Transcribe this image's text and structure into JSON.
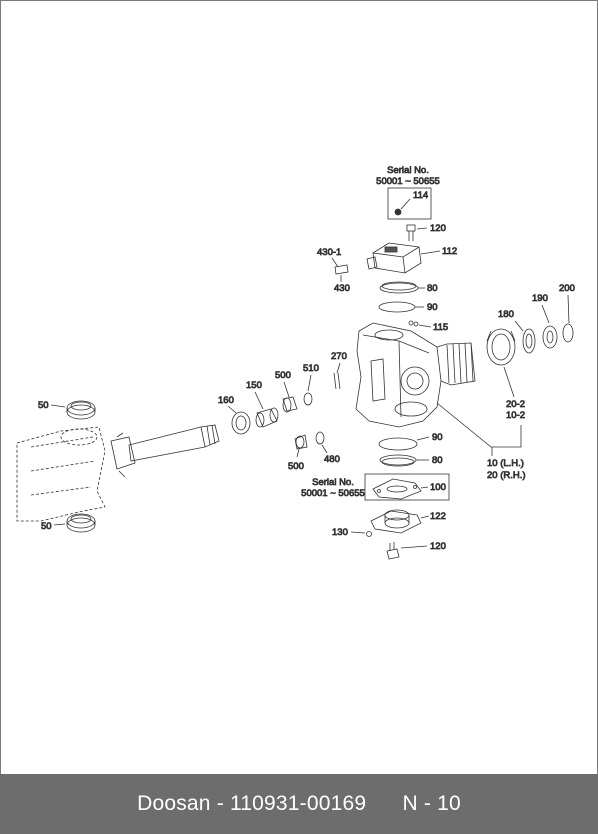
{
  "diagram": {
    "serial_top": {
      "line1": "Serial No.",
      "line2": "50001 ~ 50655"
    },
    "serial_bottom": {
      "line1": "Serial No.",
      "line2": "50001 ~ 50655"
    },
    "labels": {
      "p114": "114",
      "p120a": "120",
      "p430_1": "430-1",
      "p112": "112",
      "p430": "430",
      "p80a": "80",
      "p90a": "90",
      "p115": "115",
      "p200": "200",
      "p190": "190",
      "p180": "180",
      "p270": "270",
      "p500a": "500",
      "p510": "510",
      "p150": "150",
      "p160": "160",
      "p50a": "50",
      "p20_2": "20-2",
      "p10_2": "10-2",
      "p90b": "90",
      "p80b": "80",
      "p10lh": "10 (L.H.)",
      "p20rh": "20 (R.H.)",
      "p500b": "500",
      "p480": "480",
      "p100": "100",
      "p122": "122",
      "p130": "130",
      "p120b": "120",
      "p50b": "50"
    }
  },
  "footer": {
    "brand": "Doosan",
    "part_number": "110931-00169",
    "page": "N - 10"
  }
}
